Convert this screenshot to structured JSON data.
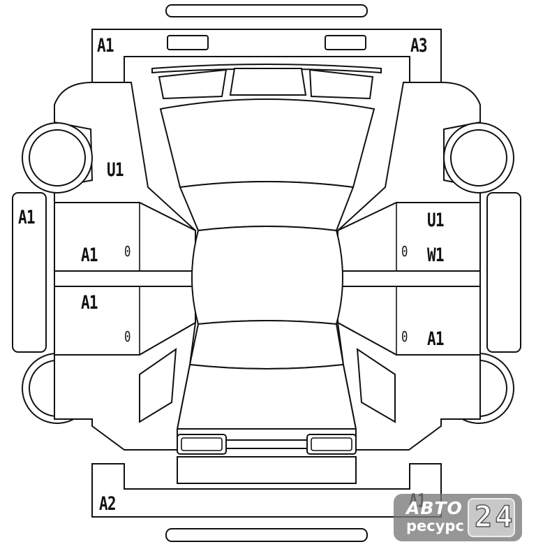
{
  "labels": {
    "a1_top_left": "A1",
    "a3_top_right": "A3",
    "u1_left_fender": "U1",
    "a1_left_edge": "A1",
    "a1_left_front_door": "A1",
    "zero_left_front_door": "0",
    "a1_left_rear_door": "A1",
    "zero_left_rear_door": "0",
    "u1_right_front_door": "U1",
    "zero_right_front_door": "0",
    "w1_right_front_door": "W1",
    "zero_right_rear_door": "0",
    "a1_right_rear_door": "A1",
    "a2_bottom_left": "A2",
    "a1_bottom_right": "A1"
  },
  "watermark": {
    "line1": "АВТО",
    "line2": "ресурс",
    "digits": "24"
  },
  "colors": {
    "stroke": "#111111",
    "background": "#ffffff",
    "watermark_bg": "#7a7a7a"
  }
}
